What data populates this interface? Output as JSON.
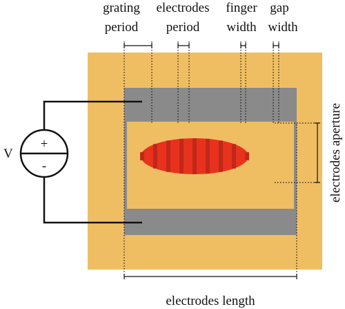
{
  "labels": {
    "grating_period_line1": "grating",
    "grating_period_line2": "period",
    "electrodes_period_line1": "electrodes",
    "electrodes_period_line2": "period",
    "finger_width_line1": "finger",
    "finger_width_line2": "width",
    "gap_width_line1": "gap",
    "gap_width_line2": "width",
    "electrodes_aperture": "electrodes aperture",
    "electrodes_length": "electrodes length",
    "voltage": "V",
    "plus": "+",
    "minus": "-"
  },
  "colors": {
    "substrate": "#F0BE62",
    "electrode": "#8A8A8A",
    "beam": "#E8321E",
    "beam_stripes": "#C0281A"
  }
}
